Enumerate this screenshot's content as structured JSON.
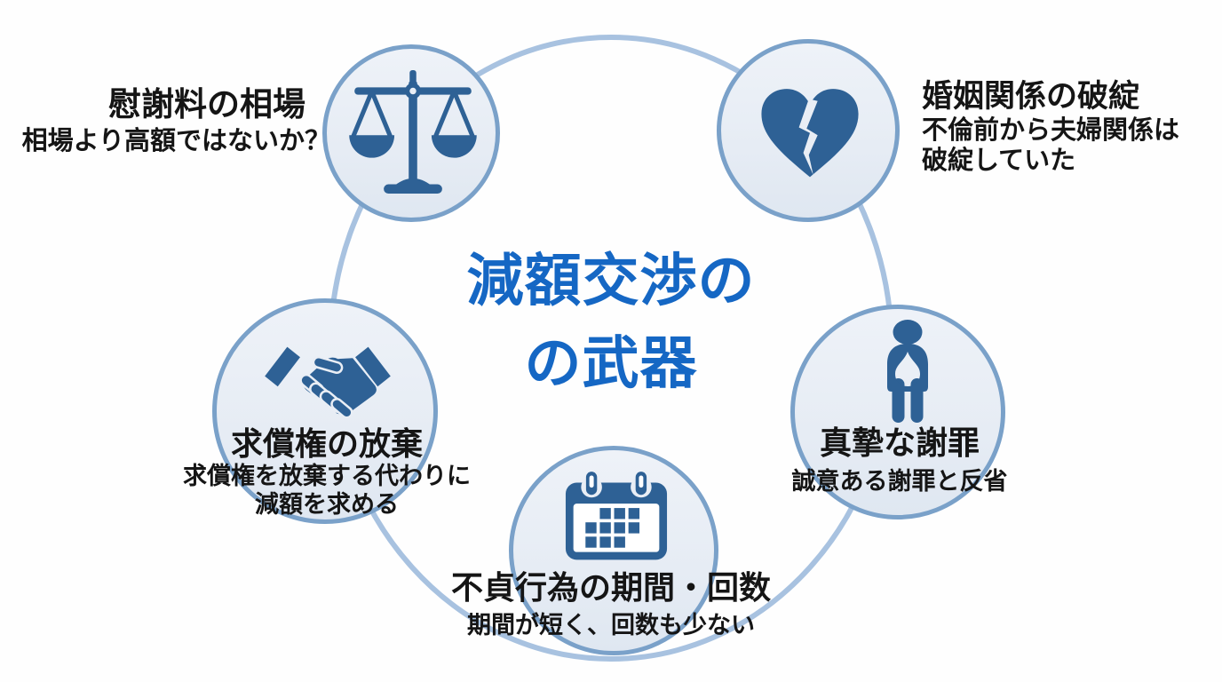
{
  "diagram_title": {
    "line1": "減額交渉の",
    "line2": "の武器"
  },
  "nodes": [
    {
      "icon": "scales-icon",
      "title": "慰謝料の相場",
      "desc": [
        "相場より高額ではないか？"
      ]
    },
    {
      "icon": "broken-heart-icon",
      "title": "婚姻関係の破綻",
      "desc": [
        "不倫前から夫婦関係は",
        "破綻していた"
      ]
    },
    {
      "icon": "bowing-person-icon",
      "title": "真摯な謝罪",
      "desc": [
        "誠意ある謝罪と反省"
      ]
    },
    {
      "icon": "calendar-icon",
      "title": "不貞行為の期間・回数",
      "desc": [
        "期間が短く、回数も少ない"
      ]
    },
    {
      "icon": "handshake-icon",
      "title": "求償権の放棄",
      "desc": [
        "求償権を放棄する代わりに",
        "減額を求める"
      ]
    }
  ],
  "colors": {
    "icon_blue": "#2e6195",
    "node_fill": "#e9eef5",
    "node_border": "#7aa1c9",
    "ring": "#a8c2e0",
    "title_text": "#151515",
    "center_title_blue": "#1567c4",
    "background": "#ffffff"
  }
}
